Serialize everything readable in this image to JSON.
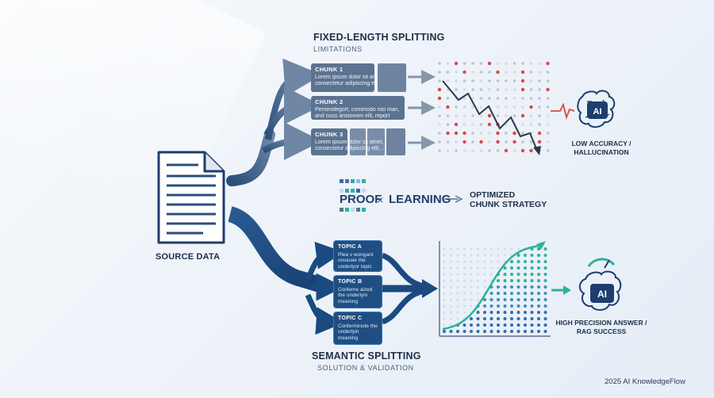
{
  "colors": {
    "navy": "#1d3e6e",
    "steel": "#5b7391",
    "red": "#d94848",
    "teal": "#2bb39b",
    "blue": "#2f6db5"
  },
  "top": {
    "title": "FIXED-LENGTH SPLITTING",
    "subtitle": "LIMITATIONS"
  },
  "chunks": [
    {
      "label": "CHUNK 1",
      "text": "Lorem ipsum dolor sit amet amet, consectetur adipiscing elit ducing, eng..."
    },
    {
      "label": "CHUNK 2",
      "text": "Persendegort, commodo nisi man, and nuss anstonom elit, report orgamo..."
    },
    {
      "label": "CHUNK 3",
      "text": "Lorem ipsum dolor sit amet, consectetur adipiscing elit, ..."
    }
  ],
  "source": {
    "label": "SOURCE DATA",
    "icon": "document-icon"
  },
  "low": {
    "label_line1": "LOW ACCURACY /",
    "label_line2": "HALLUCINATION",
    "icon": "ai-brain-icon"
  },
  "middle": {
    "left": "PROOF",
    "times": "×",
    "right": "LEARNING",
    "result_line1": "OPTIMIZED",
    "result_line2": "CHUNK STRATEGY"
  },
  "topics": [
    {
      "label": "TOPIC A",
      "text": "Plea v wongant onsiuwe the underlyor topic"
    },
    {
      "label": "TOPIC B",
      "text": "Conleme aized the underlyin meaning"
    },
    {
      "label": "TOPIC C",
      "text": "Conferminote the underlyin meaning"
    }
  ],
  "high": {
    "label_line1": "HIGH PRECISION ANSWER /",
    "label_line2": "RAG SUCCESS",
    "icon": "ai-brain-icon"
  },
  "bottom": {
    "title": "SEMANTIC SPLITTING",
    "subtitle": "SOLUTION & VALIDATION"
  },
  "footer": {
    "credit": "2025 AI KnowledgeFlow"
  }
}
